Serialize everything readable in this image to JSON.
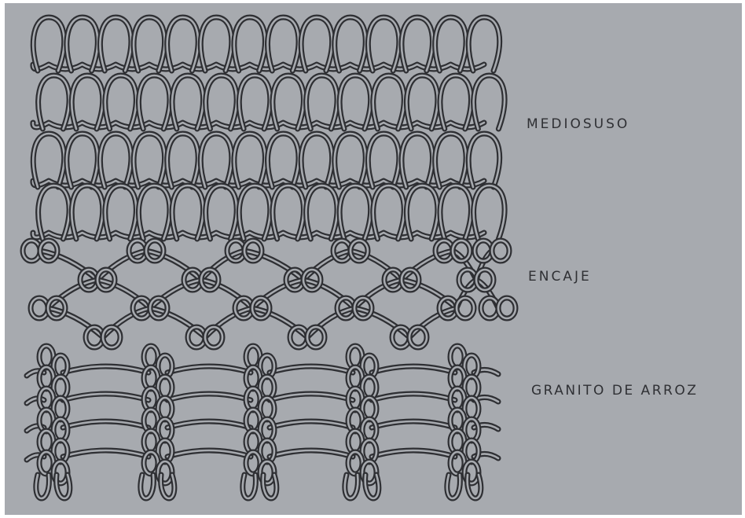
{
  "figure": {
    "background": "#a7aaaf",
    "stroke_color": "#2e2f33",
    "fill_color": "#a7aaaf",
    "labels": {
      "medio_suso": "MEDIOSUSO",
      "encaje": "ENCAJE",
      "granito_de_arroz": "GRANITO DE ARROZ"
    }
  }
}
